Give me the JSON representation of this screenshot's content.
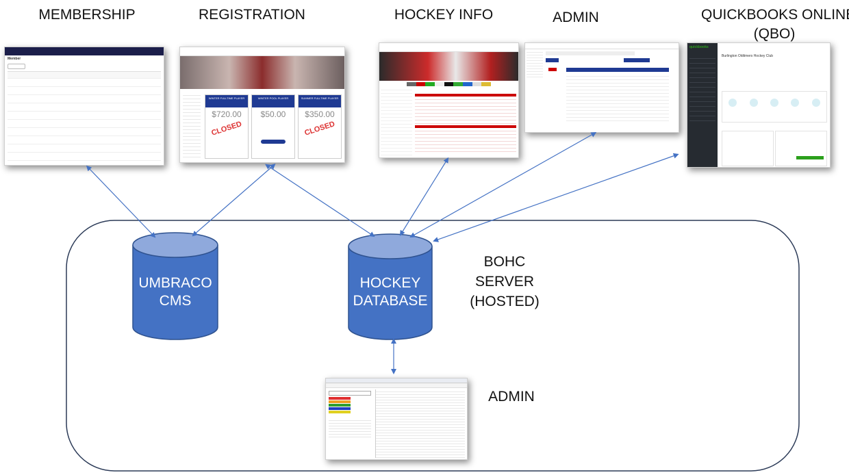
{
  "labels": {
    "membership": "MEMBERSHIP",
    "registration": "REGISTRATION",
    "hockey_info": "HOCKEY INFO",
    "admin_top": "ADMIN",
    "qbo_line1": "QUICKBOOKS ONLINE",
    "qbo_line2": "(QBO)",
    "admin_bottom": "ADMIN"
  },
  "databases": {
    "umbraco_line1": "UMBRACO",
    "umbraco_line2": "CMS",
    "hockey_line1": "HOCKEY",
    "hockey_line2": "DATABASE"
  },
  "server": {
    "line1": "BOHC",
    "line2": "SERVER",
    "line3": "(HOSTED)"
  },
  "registration_cards": [
    {
      "title": "WINTER FULLTIME PLAYER",
      "price": "$720.00",
      "stamp": "CLOSED"
    },
    {
      "title": "WINTER POOL PLAYER",
      "price": "$50.00",
      "stamp": ""
    },
    {
      "title": "SUMMER FULLTIME PLAYER",
      "price": "$350.00",
      "stamp": "CLOSED"
    }
  ],
  "membership_screen": {
    "header": "Member"
  },
  "qbo_screen": {
    "brand": "quickbooks",
    "company": "Burlington Oldtimers Hockey Club"
  },
  "colors": {
    "cylinder_fill": "#4472c4",
    "cylinder_top": "#8fa9dc",
    "cylinder_stroke": "#2f528f",
    "arrow": "#4472c4",
    "server_border": "#2b3a57"
  }
}
